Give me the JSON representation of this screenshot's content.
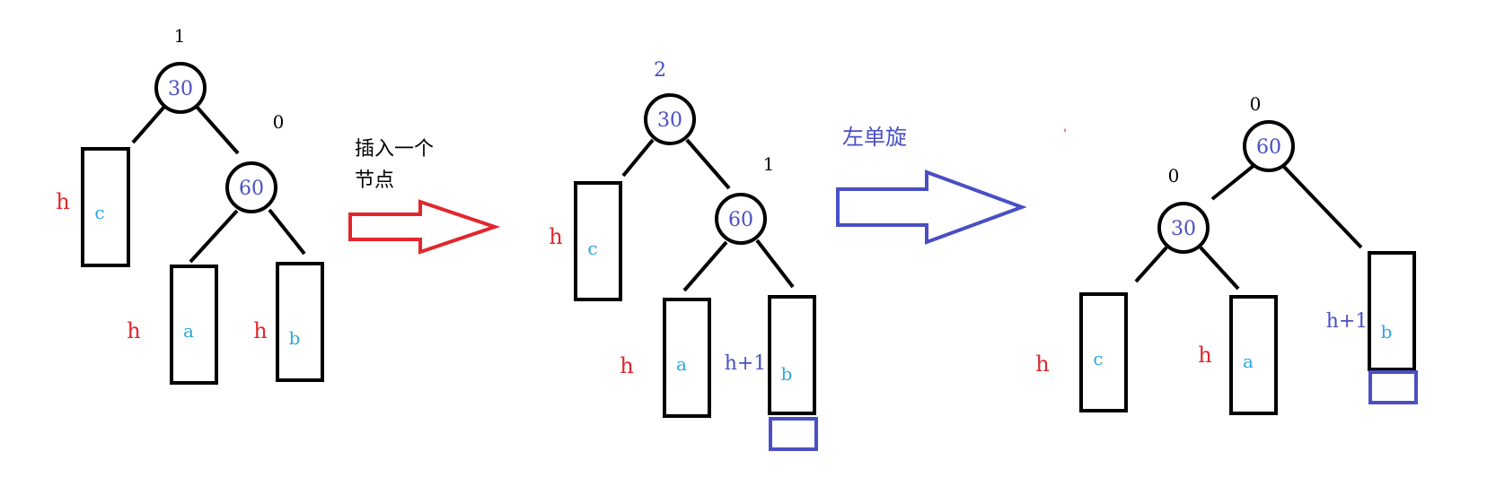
{
  "colors": {
    "black": "#000000",
    "red": "#e3262c",
    "blue": "#4a4fc4",
    "cyan": "#2aa8e0"
  },
  "arrows": {
    "insert_label_line1": "插入一个",
    "insert_label_line2": "节点",
    "rotate_label": "左单旋"
  },
  "tree1": {
    "node_root": {
      "value": "30",
      "balance": "1"
    },
    "node_right": {
      "value": "60",
      "balance": "0"
    },
    "subtree_c": {
      "name": "c",
      "height": "h"
    },
    "subtree_a": {
      "name": "a",
      "height": "h"
    },
    "subtree_b": {
      "name": "b",
      "height": "h"
    }
  },
  "tree2": {
    "node_root": {
      "value": "30",
      "balance": "2"
    },
    "node_right": {
      "value": "60",
      "balance": "1"
    },
    "subtree_c": {
      "name": "c",
      "height": "h"
    },
    "subtree_a": {
      "name": "a",
      "height": "h"
    },
    "subtree_b": {
      "name": "b",
      "height": "h+1"
    }
  },
  "tree3": {
    "node_root": {
      "value": "60",
      "balance": "0"
    },
    "node_left": {
      "value": "30",
      "balance": "0"
    },
    "subtree_c": {
      "name": "c",
      "height": "h"
    },
    "subtree_a": {
      "name": "a",
      "height": "h"
    },
    "subtree_b": {
      "name": "b",
      "height": "h+1"
    }
  }
}
